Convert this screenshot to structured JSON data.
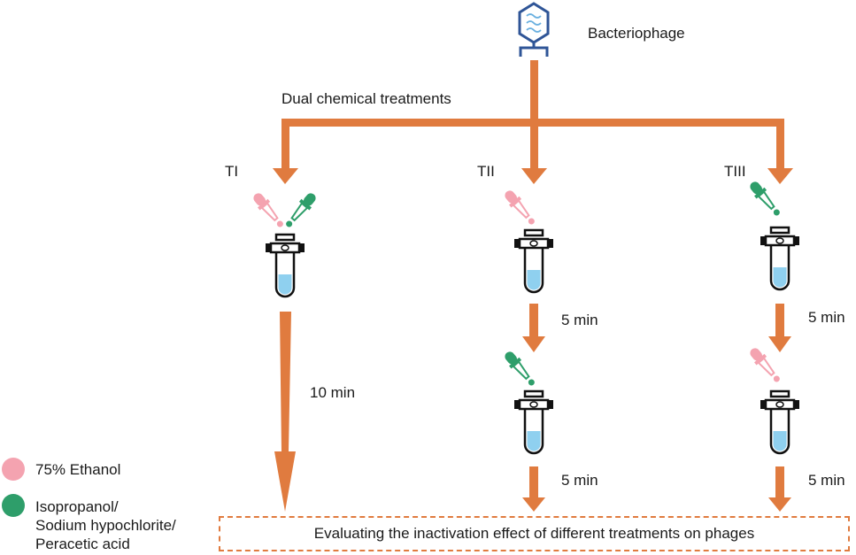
{
  "title": "Bacteriophage",
  "branch_label": "Dual chemical treatments",
  "treatments": [
    {
      "label": "TI",
      "steps": [
        "ethanol+other"
      ],
      "times": [
        "10 min"
      ]
    },
    {
      "label": "TII",
      "steps": [
        "ethanol",
        "other"
      ],
      "times": [
        "5 min",
        "5 min"
      ]
    },
    {
      "label": "TIII",
      "steps": [
        "other",
        "ethanol"
      ],
      "times": [
        "5 min",
        "5 min"
      ]
    }
  ],
  "legend": [
    {
      "label": "75% Ethanol",
      "color": "#f4a3b0"
    },
    {
      "label_lines": [
        "Isopropanol/",
        "Sodium hypochlorite/",
        "Peracetic acid"
      ],
      "color": "#2e9e6a"
    }
  ],
  "result": "Evaluating the inactivation effect of different treatments on phages",
  "colors": {
    "arrow": "#e07b3f",
    "phage": "#2f5597",
    "liquid": "#8fd0ef"
  }
}
